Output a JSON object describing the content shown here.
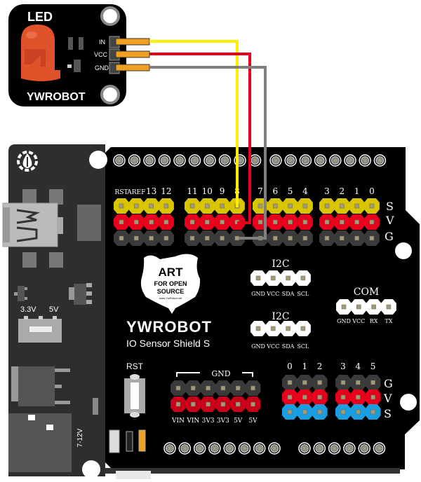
{
  "led_module": {
    "title": "LED",
    "brand": "YWROBOT",
    "pins": [
      "IN",
      "VCC",
      "GND"
    ]
  },
  "shield": {
    "brand": "YWROBOT",
    "name": "IO Sensor Shield S",
    "logo": {
      "line1": "ART",
      "line2": "FOR OPEN",
      "line3": "SOURCE",
      "url": "www.YwRobot.net"
    },
    "digital_labels_group1": [
      "RST",
      "AREF",
      "13",
      "12"
    ],
    "digital_labels_group2": [
      "11",
      "10",
      "9",
      "8"
    ],
    "digital_labels_group3": [
      "7",
      "6",
      "5",
      "4"
    ],
    "digital_labels_group4": [
      "3",
      "2",
      "1",
      "0"
    ],
    "digital_row_labels": [
      "S",
      "V",
      "G"
    ],
    "i2c_1": {
      "title": "I2C",
      "pins": [
        "GND",
        "VCC",
        "SDA",
        "SCL"
      ]
    },
    "i2c_2": {
      "title": "I2C",
      "pins": [
        "GND",
        "VCC",
        "SDA",
        "SCL"
      ]
    },
    "com": {
      "title": "COM",
      "pins": [
        "GND",
        "VCC",
        "RX",
        "TX"
      ]
    },
    "power": {
      "gnd_label": "GND",
      "pins": [
        "VIN",
        "VIN",
        "3V3",
        "3V3",
        "5V",
        "5V"
      ]
    },
    "analog_labels_group1": [
      "0",
      "1",
      "2"
    ],
    "analog_labels_group2": [
      "3",
      "4",
      "5"
    ],
    "analog_row_labels": [
      "G",
      "V",
      "S"
    ],
    "rst_label": "RST",
    "voltage_switch": [
      "3.3V",
      "5V"
    ],
    "power_jack_label": "7-12V"
  },
  "wires": [
    {
      "from": "IN",
      "to": "D8 S",
      "color": "#ffee00"
    },
    {
      "from": "VCC",
      "to": "D8 V",
      "color": "#e8001c"
    },
    {
      "from": "GND",
      "to": "D8 G",
      "color": "#808080"
    }
  ],
  "colors": {
    "signal": "#d8c400",
    "vcc": "#e8001c",
    "gnd": "#3a3a3a",
    "analog_signal": "#1a9ee0",
    "power_vcc": "#c8001a"
  }
}
